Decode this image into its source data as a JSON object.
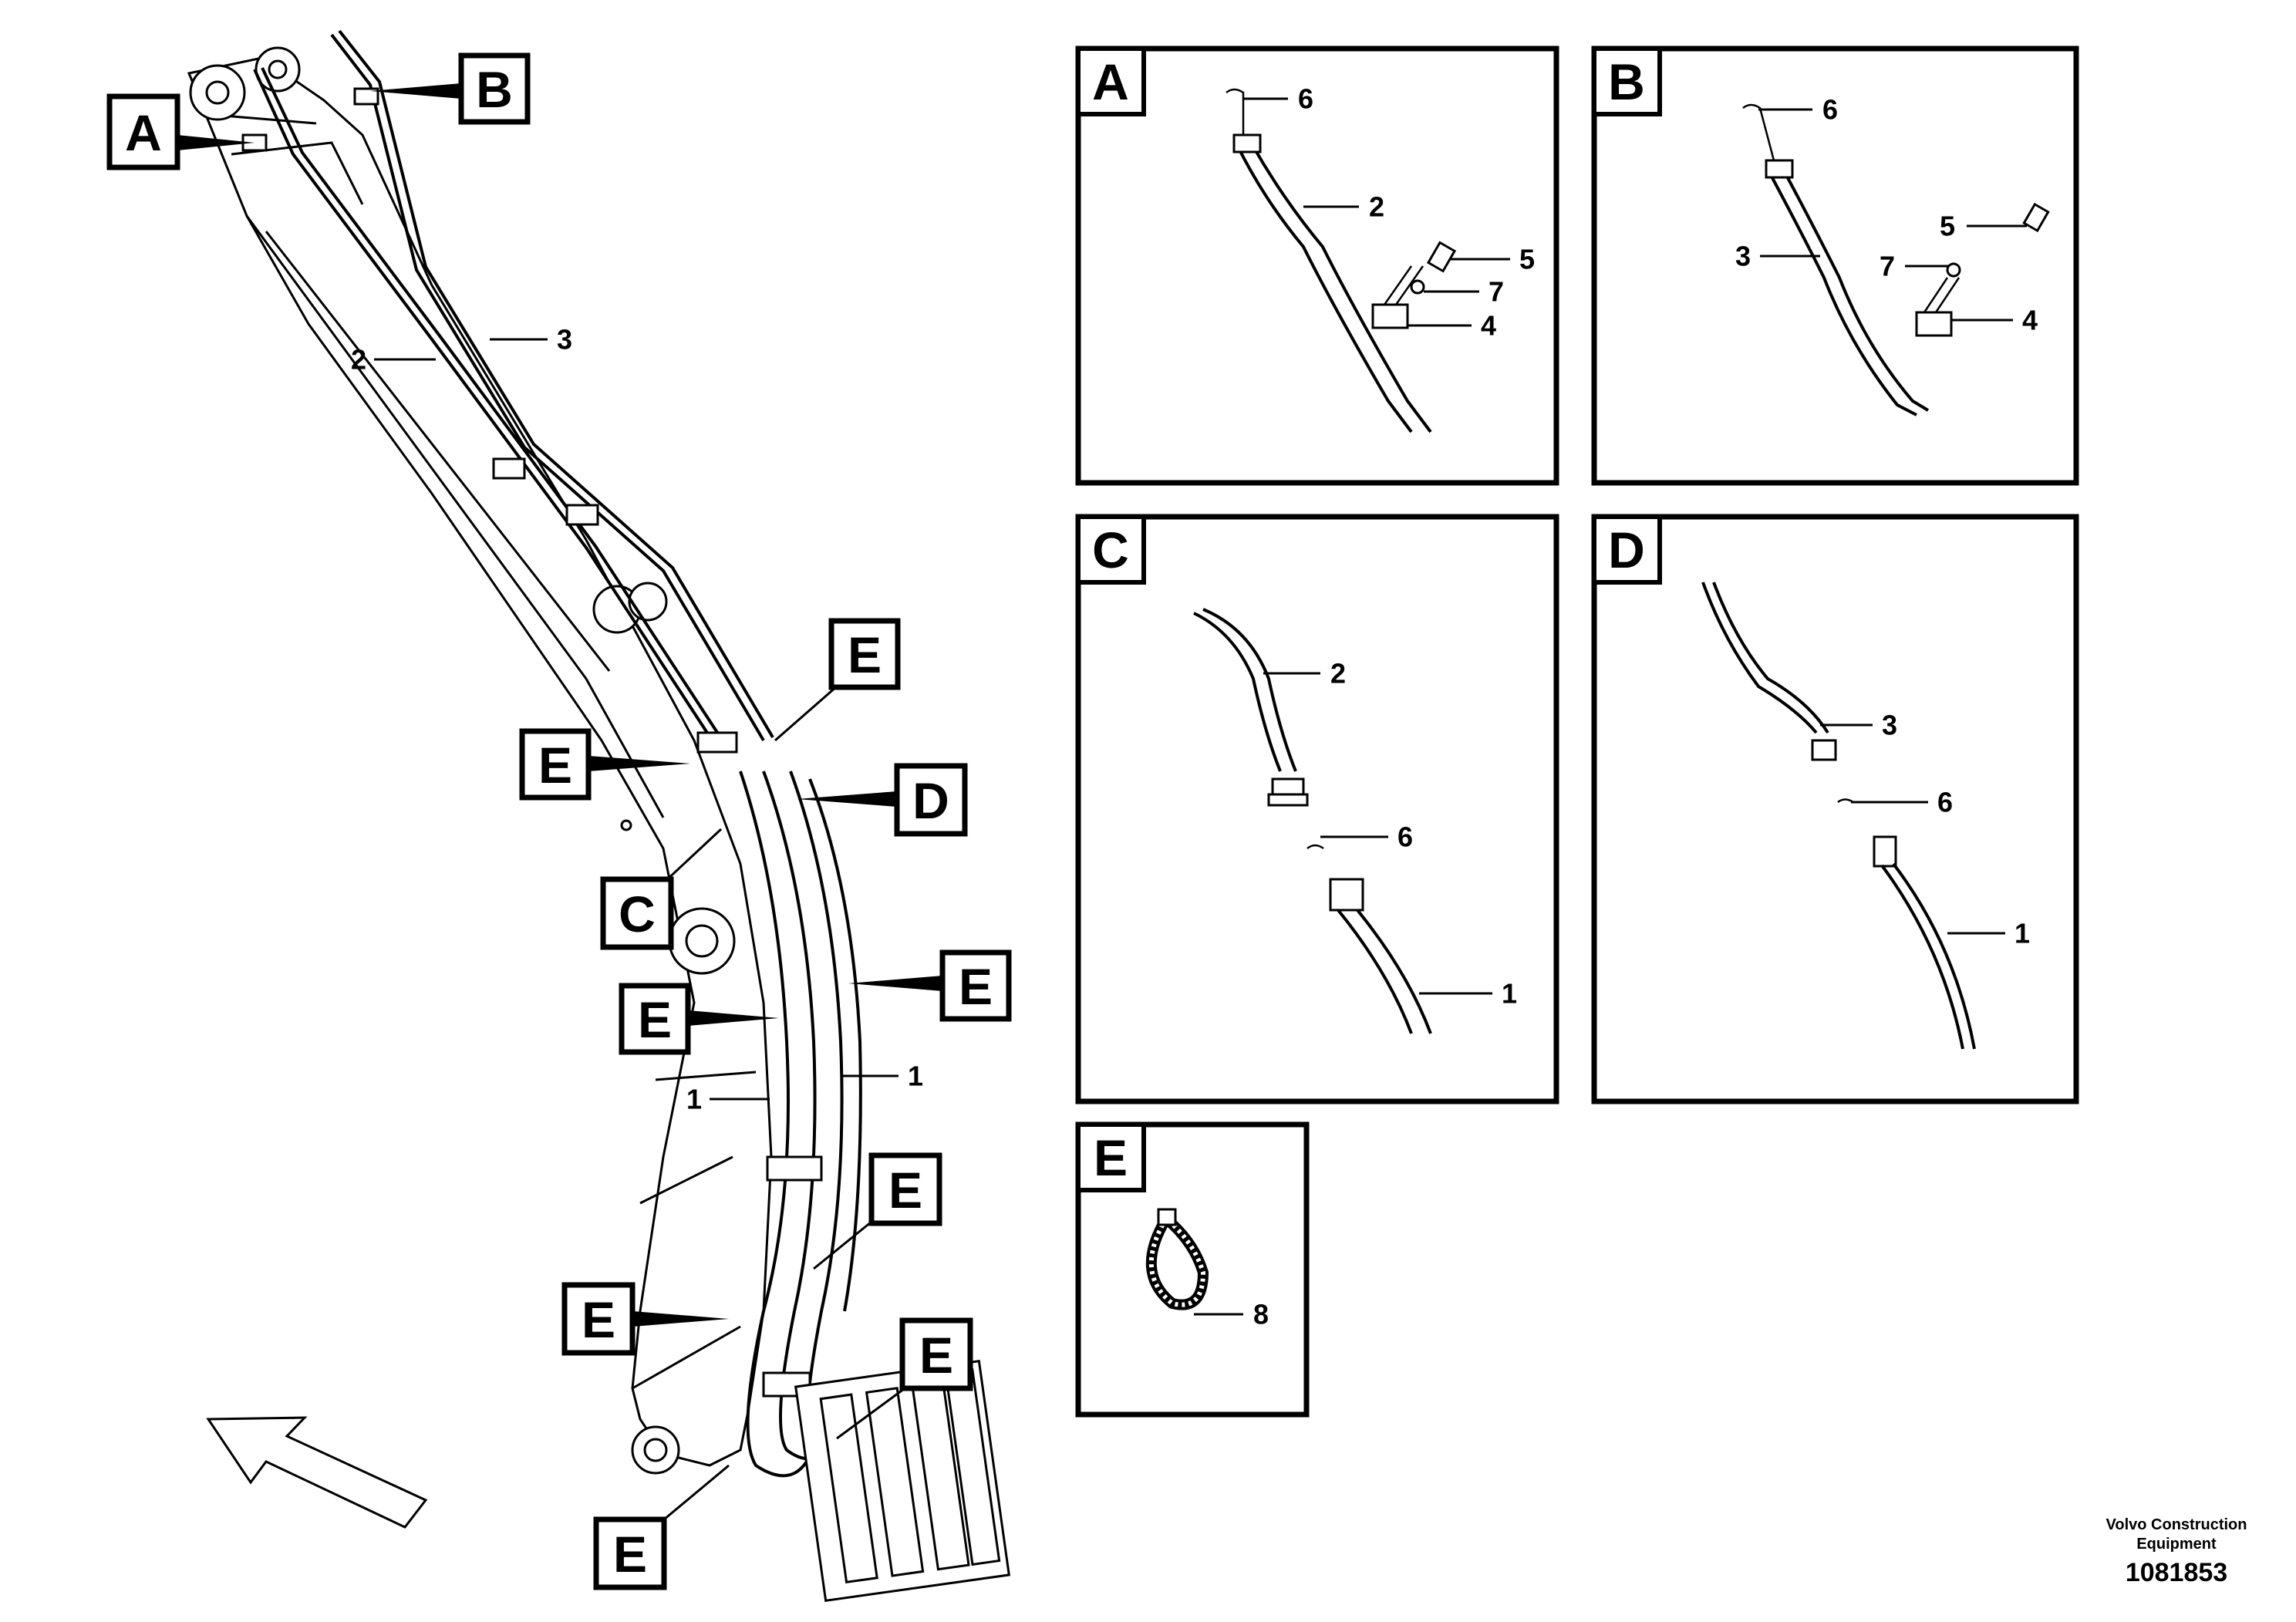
{
  "footer": {
    "brand_line1": "Volvo Construction",
    "brand_line2": "Equipment",
    "drawing_number": "1081853"
  },
  "main_callouts": {
    "a": "A",
    "b": "B",
    "c": "C",
    "d": "D",
    "e": "E"
  },
  "main_part_labels": {
    "hose_2": "2",
    "hose_3": "3",
    "hose_1_left": "1",
    "hose_1_right": "1"
  },
  "panels": {
    "a": {
      "tag": "A",
      "labels": {
        "n6": "6",
        "n2": "2",
        "n5": "5",
        "n7": "7",
        "n4": "4"
      }
    },
    "b": {
      "tag": "B",
      "labels": {
        "n6": "6",
        "n5": "5",
        "n3": "3",
        "n7": "7",
        "n4": "4"
      }
    },
    "c": {
      "tag": "C",
      "labels": {
        "n2": "2",
        "n6": "6",
        "n1": "1"
      }
    },
    "d": {
      "tag": "D",
      "labels": {
        "n3": "3",
        "n6": "6",
        "n1": "1"
      }
    },
    "e": {
      "tag": "E",
      "labels": {
        "n8": "8"
      }
    }
  },
  "icons": {
    "direction_arrow": "forward-direction-arrow-icon",
    "clamp": "clamp-icon",
    "cable_tie": "cable-tie-icon",
    "control_valve": "control-valve-icon"
  }
}
